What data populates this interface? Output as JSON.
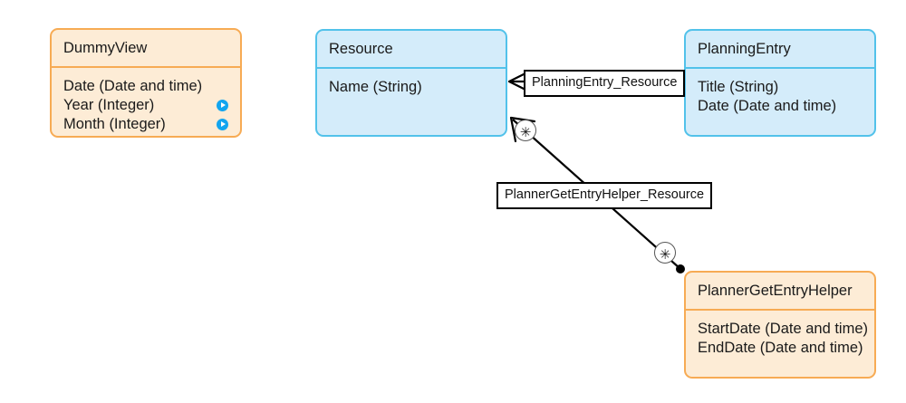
{
  "diagram": {
    "type": "entity-relationship-diagram",
    "background": "#ffffff",
    "palette": {
      "orange_fill": "#fdecd6",
      "orange_border": "#f7ab54",
      "blue_fill": "#d4ecfa",
      "blue_border": "#52c2ea",
      "connector_stroke": "#000000",
      "label_fill": "#ffffff",
      "link_icon": "#12a5ef",
      "text": "#1a1a1a"
    },
    "entities": [
      {
        "id": "dummyview",
        "name": "DummyView",
        "theme": "orange",
        "attributes": [
          {
            "label": "Date (Date and time)",
            "icon": null
          },
          {
            "label": "Year (Integer)",
            "icon": "link-play-icon"
          },
          {
            "label": "Month (Integer)",
            "icon": "link-play-icon"
          }
        ]
      },
      {
        "id": "resource",
        "name": "Resource",
        "theme": "blue",
        "attributes": [
          {
            "label": "Name (String)",
            "icon": null
          }
        ]
      },
      {
        "id": "planningentry",
        "name": "PlanningEntry",
        "theme": "blue",
        "attributes": [
          {
            "label": "Title (String)",
            "icon": null
          },
          {
            "label": "Date (Date and time)",
            "icon": null
          }
        ]
      },
      {
        "id": "plannergetentryhelper",
        "name": "PlannerGetEntryHelper",
        "theme": "orange",
        "attributes": [
          {
            "label": "StartDate (Date and time)",
            "icon": null
          },
          {
            "label": "EndDate (Date and time)",
            "icon": null
          }
        ]
      }
    ],
    "associations": [
      {
        "id": "planningentry-resource",
        "label": "PlanningEntry_Resource",
        "from": "planningentry",
        "to": "resource",
        "source_end": "filled-dot",
        "target_end": "open-arrow",
        "multiplicity": null
      },
      {
        "id": "plannergetentryhelper-resource",
        "label": "PlannerGetEntryHelper_Resource",
        "from": "plannergetentryhelper",
        "to": "resource",
        "source_end": "filled-dot",
        "target_end": "open-arrow",
        "multiplicity": "*"
      }
    ],
    "multiplicity_markers": [
      {
        "id": "mult-resource-end",
        "symbol": "✳"
      },
      {
        "id": "mult-helper-end",
        "symbol": "✳"
      }
    ]
  }
}
